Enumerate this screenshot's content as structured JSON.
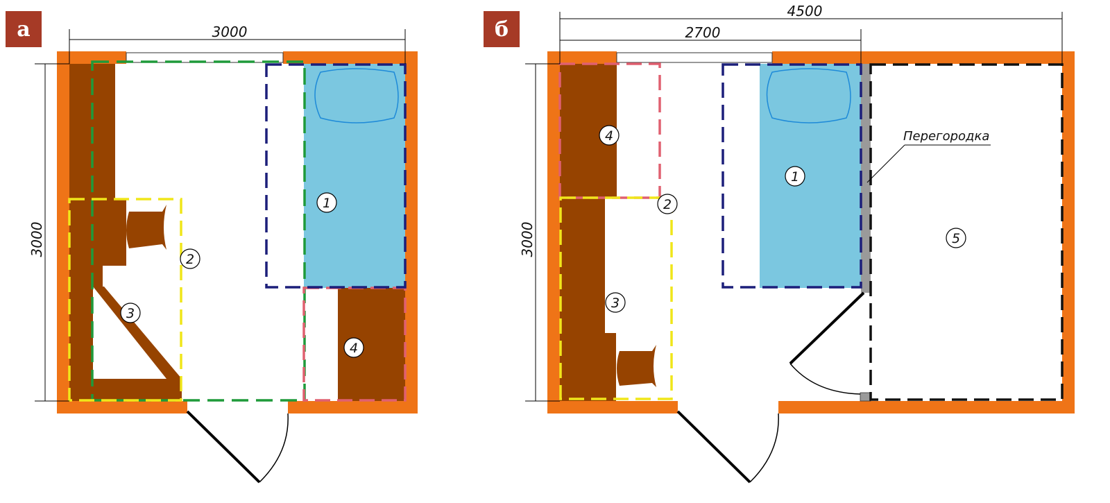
{
  "panel_a": {
    "label": "а",
    "width_label": "3000",
    "height_label": "3000",
    "zones": [
      "1",
      "2",
      "3",
      "4"
    ]
  },
  "panel_b": {
    "label": "б",
    "total_width_label": "4500",
    "width_label": "2700",
    "height_label": "3000",
    "zones": [
      "1",
      "2",
      "3",
      "4",
      "5"
    ],
    "partition_label": "Перегородка"
  },
  "colors": {
    "wall": "#ef7417",
    "furniture": "#964300",
    "bed": "#7bc7e0",
    "partition": "#9a9a9a",
    "badge": "#a63a26",
    "zone_bed": "#1c1f7a",
    "zone_work": "#f0e61a",
    "zone_storage": "#e06070",
    "zone_free": "#1f9a3a",
    "zone_extra": "#111111"
  }
}
